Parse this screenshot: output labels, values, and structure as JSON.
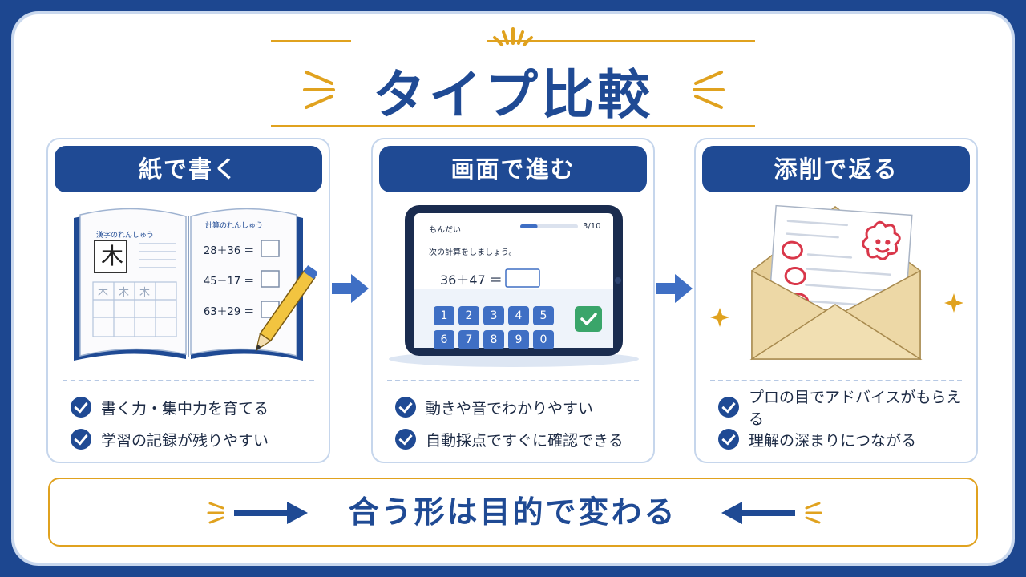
{
  "title": "タイプ比較",
  "cards": [
    {
      "heading": "紙で書く",
      "points": [
        "書く力・集中力を育てる",
        "学習の記録が残りやすい"
      ],
      "book": {
        "left_title": "漢字のれんしゅう",
        "kanji": "木",
        "small_kanji": [
          "木",
          "木",
          "木"
        ],
        "right_title": "計算のれんしゅう",
        "problems": [
          "28＋36 ＝",
          "45－17 ＝",
          "63＋29 ＝"
        ]
      }
    },
    {
      "heading": "画面で進む",
      "points": [
        "動きや音でわかりやすい",
        "自動採点ですぐに確認できる"
      ],
      "tablet": {
        "label": "もんだい",
        "progress_text": "3/10",
        "progress": 0.3,
        "instruction": "次の計算をしましょう。",
        "equation": "36＋47 ＝",
        "keys_row1": [
          "1",
          "2",
          "3",
          "4",
          "5"
        ],
        "keys_row2": [
          "6",
          "7",
          "8",
          "9",
          "0"
        ]
      }
    },
    {
      "heading": "添削で返る",
      "points": [
        "プロの目でアドバイスがもらえる",
        "理解の深まりにつながる"
      ]
    }
  ],
  "bottom_message": "合う形は目的で変わる",
  "colors": {
    "navy": "#1f4a94",
    "gold": "#e0a21f",
    "correction_red": "#d9374a",
    "envelope": "#ecd6a4"
  }
}
